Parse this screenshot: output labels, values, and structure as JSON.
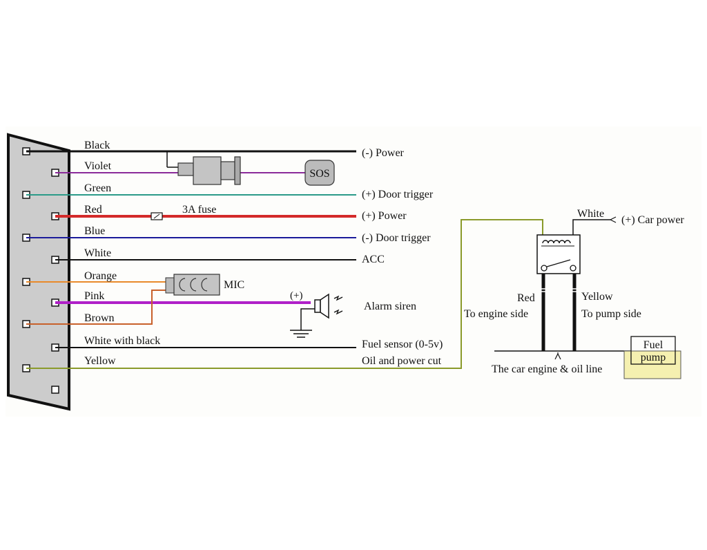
{
  "diagram": {
    "wires": [
      {
        "label": "Black",
        "color": "#111111"
      },
      {
        "label": "Violet",
        "color": "#8a2a9a"
      },
      {
        "label": "Green",
        "color": "#2a9a88"
      },
      {
        "label": "Red",
        "color": "#d42a2a"
      },
      {
        "label": "Blue",
        "color": "#1a1a9a"
      },
      {
        "label": "White",
        "color": "#111111"
      },
      {
        "label": "Orange",
        "color": "#e98a2a"
      },
      {
        "label": "Pink",
        "color": "#b020c8"
      },
      {
        "label": "Brown",
        "color": "#c8602a"
      },
      {
        "label": "White with black",
        "color": "#111111"
      },
      {
        "label": "Yellow",
        "color": "#8a9a2a"
      }
    ],
    "terminals": {
      "neg_power": "(-) Power",
      "pos_door": "(+) Door trigger",
      "pos_power": "(+) Power",
      "neg_door": "(-) Door trigger",
      "acc": "ACC",
      "fuel_sensor": "Fuel sensor (0-5v)",
      "oil_cut": "Oil and power cut"
    },
    "components": {
      "sos": "SOS",
      "fuse": "3A fuse",
      "mic": "MIC",
      "siren_plus": "(+)",
      "siren": "Alarm siren"
    },
    "relay": {
      "white": "White",
      "car_power": "(+) Car power",
      "red": "Red",
      "yellow": "Yellow",
      "engine_side": "To engine side",
      "pump_side": "To pump side",
      "oil_line": "The car engine & oil line",
      "fuel": "Fuel",
      "pump": "pump"
    },
    "colors": {
      "background": "#fdfdfb",
      "panel": "#cccccc",
      "pump_fill": "#f5f0b0"
    }
  }
}
